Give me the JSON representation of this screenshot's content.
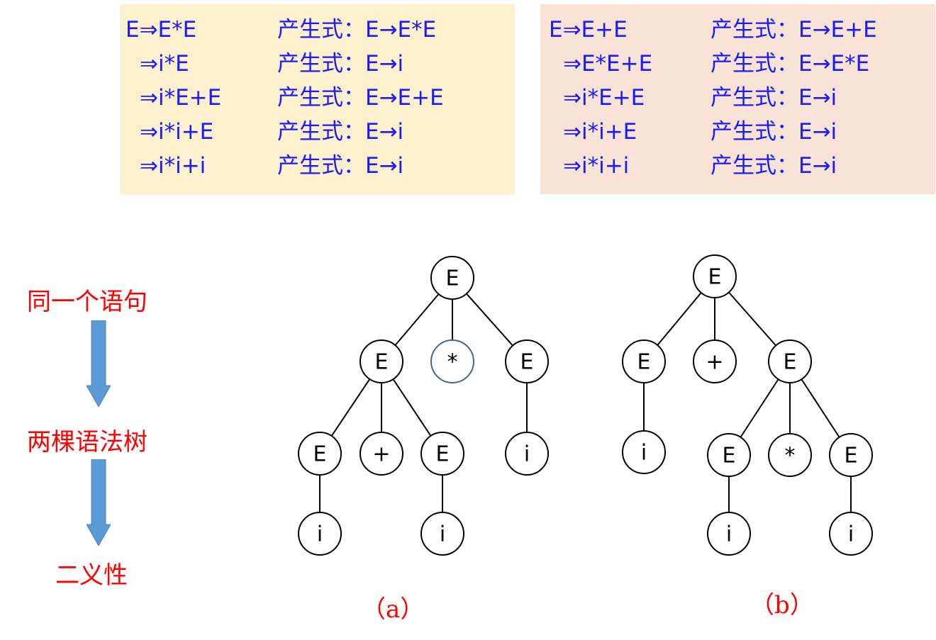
{
  "derivation_a": {
    "rows": [
      {
        "form": "E⇒E*E",
        "production": "产生式：E→E*E"
      },
      {
        "form": "⇒i*E",
        "production": "产生式：E→i"
      },
      {
        "form": "⇒i*E+E",
        "production": "产生式：E→E+E"
      },
      {
        "form": "⇒i*i+E",
        "production": "产生式：E→i"
      },
      {
        "form": "⇒i*i+i",
        "production": "产生式：E→i"
      }
    ]
  },
  "derivation_b": {
    "rows": [
      {
        "form": "E⇒E+E",
        "production": "产生式：E→E+E"
      },
      {
        "form": "⇒E*E+E",
        "production": "产生式：E→E*E"
      },
      {
        "form": "⇒i*E+E",
        "production": "产生式：E→i"
      },
      {
        "form": "⇒i*i+E",
        "production": "产生式：E→i"
      },
      {
        "form": "⇒i*i+i",
        "production": "产生式：E→i"
      }
    ]
  },
  "flow": {
    "step1": "同一个语句",
    "step2": "两棵语法树",
    "step3": "二义性",
    "arrow_color": "#5b9bd5"
  },
  "tree_a": {
    "caption": "（a）",
    "nodes": [
      "E",
      "E",
      "*",
      "E",
      "E",
      "+",
      "E",
      "i",
      "i",
      "i"
    ]
  },
  "tree_b": {
    "caption": "（b）",
    "nodes": [
      "E",
      "E",
      "+",
      "E",
      "i",
      "E",
      "*",
      "E",
      "i",
      "i"
    ]
  },
  "colors": {
    "derivation_text": "#1a1aff",
    "red_text": "#ff0000",
    "box_a_bg": "#fdf0cc",
    "box_b_bg": "#f9e3d7",
    "highlight_circle": "#44648c"
  }
}
